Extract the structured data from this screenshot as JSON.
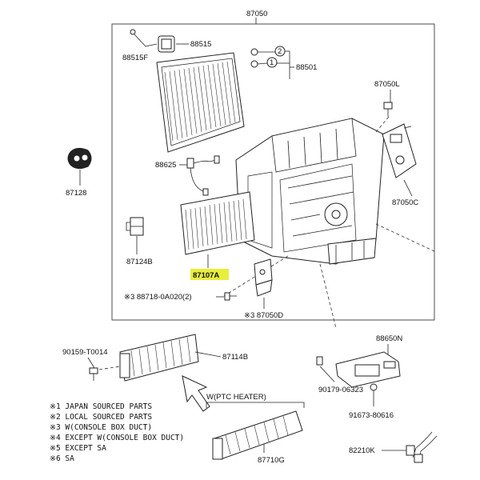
{
  "labels": {
    "p87050": "87050",
    "p88515": "88515",
    "p88515F": "88515F",
    "p88501": "88501",
    "p87050L": "87050L",
    "p87128": "87128",
    "p88625": "88625",
    "p87050C": "87050C",
    "p87124B": "87124B",
    "p87107A": "87107A",
    "p88718": "※3 88718-0A020(2)",
    "p87050D": "※3 87050D",
    "p90159": "90159-T0014",
    "p87114B": "87114B",
    "p88650N": "88650N",
    "p90179": "90179-06323",
    "p91673": "91673-80616",
    "p87710G": "87710G",
    "p82210K": "82210K",
    "ptc": "W(PTC HEATER)",
    "circle1": "1",
    "circle2": "2"
  },
  "notes": [
    "※1 JAPAN SOURCED PARTS",
    "※2 LOCAL SOURCED PARTS",
    "※3 W(CONSOLE BOX DUCT)",
    "※4 EXCEPT W(CONSOLE BOX DUCT)",
    "※5 EXCEPT SA",
    "※6 SA"
  ],
  "colors": {
    "highlight": "#e8ef3a",
    "line": "#222222"
  }
}
